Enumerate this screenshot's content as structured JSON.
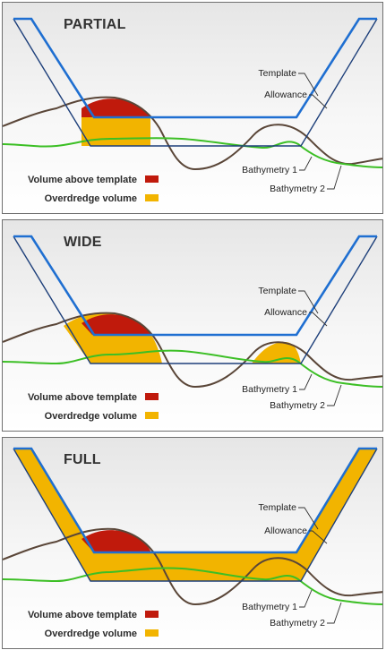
{
  "panels": [
    {
      "title": "PARTIAL"
    },
    {
      "title": "WIDE"
    },
    {
      "title": "FULL"
    }
  ],
  "labels": {
    "template": "Template",
    "allowance": "Allowance",
    "bathymetry_1": "Bathymetry 1",
    "bathymetry_2": "Bathymetry 2"
  },
  "legend": {
    "volume_above_template": "Volume above template",
    "overdredge_volume": "Overdredge volume"
  },
  "colors": {
    "template_line": "#1f6fd1",
    "allowance_line": "#1d3f7a",
    "volume_above_template": "#c01a0c",
    "overdredge_volume": "#f2b400",
    "bathymetry_1": "#5a4638",
    "bathymetry_2": "#3cbf25"
  }
}
